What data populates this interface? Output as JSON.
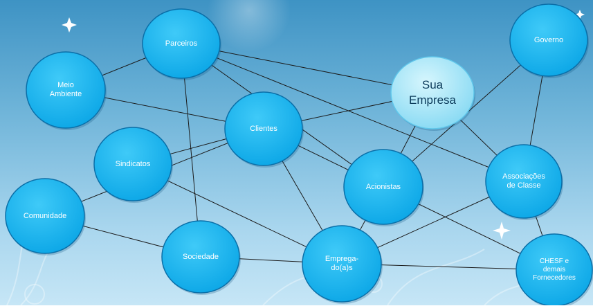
{
  "diagram": {
    "colors": {
      "node_fill": "#12b0ef",
      "node_stroke": "#0a6fa8",
      "highlight_fill": "#9fe4f8",
      "highlight_text": "#0b3a5a",
      "edge": "#1a1a1a"
    },
    "nodes": [
      {
        "id": "parceiros",
        "label": "Parceiros"
      },
      {
        "id": "meio-ambiente",
        "label": "Meio\nAmbiente"
      },
      {
        "id": "clientes",
        "label": "Clientes"
      },
      {
        "id": "sua-empresa",
        "label": "Sua\nEmpresa",
        "highlight": true
      },
      {
        "id": "governo",
        "label": "Governo"
      },
      {
        "id": "sindicatos",
        "label": "Sindicatos"
      },
      {
        "id": "acionistas",
        "label": "Acionistas"
      },
      {
        "id": "associacoes",
        "label": "Associações\nde Classe"
      },
      {
        "id": "comunidade",
        "label": "Comunidade"
      },
      {
        "id": "sociedade",
        "label": "Sociedade"
      },
      {
        "id": "empregados",
        "label": "Emprega-\ndo(a)s"
      },
      {
        "id": "chesf",
        "label": "CHESF e\ndemais\nFornecedores"
      }
    ],
    "edges": [
      [
        "parceiros",
        "meio-ambiente"
      ],
      [
        "parceiros",
        "sua-empresa"
      ],
      [
        "parceiros",
        "associacoes"
      ],
      [
        "parceiros",
        "acionistas"
      ],
      [
        "parceiros",
        "sociedade"
      ],
      [
        "meio-ambiente",
        "clientes"
      ],
      [
        "clientes",
        "sua-empresa"
      ],
      [
        "clientes",
        "sindicatos"
      ],
      [
        "clientes",
        "acionistas"
      ],
      [
        "clientes",
        "empregados"
      ],
      [
        "clientes",
        "comunidade"
      ],
      [
        "sindicatos",
        "empregados"
      ],
      [
        "sua-empresa",
        "acionistas"
      ],
      [
        "sua-empresa",
        "associacoes"
      ],
      [
        "governo",
        "acionistas"
      ],
      [
        "governo",
        "associacoes"
      ],
      [
        "acionistas",
        "empregados"
      ],
      [
        "acionistas",
        "chesf"
      ],
      [
        "associacoes",
        "empregados"
      ],
      [
        "associacoes",
        "chesf"
      ],
      [
        "comunidade",
        "sociedade"
      ],
      [
        "sociedade",
        "empregados"
      ],
      [
        "empregados",
        "chesf"
      ]
    ]
  }
}
